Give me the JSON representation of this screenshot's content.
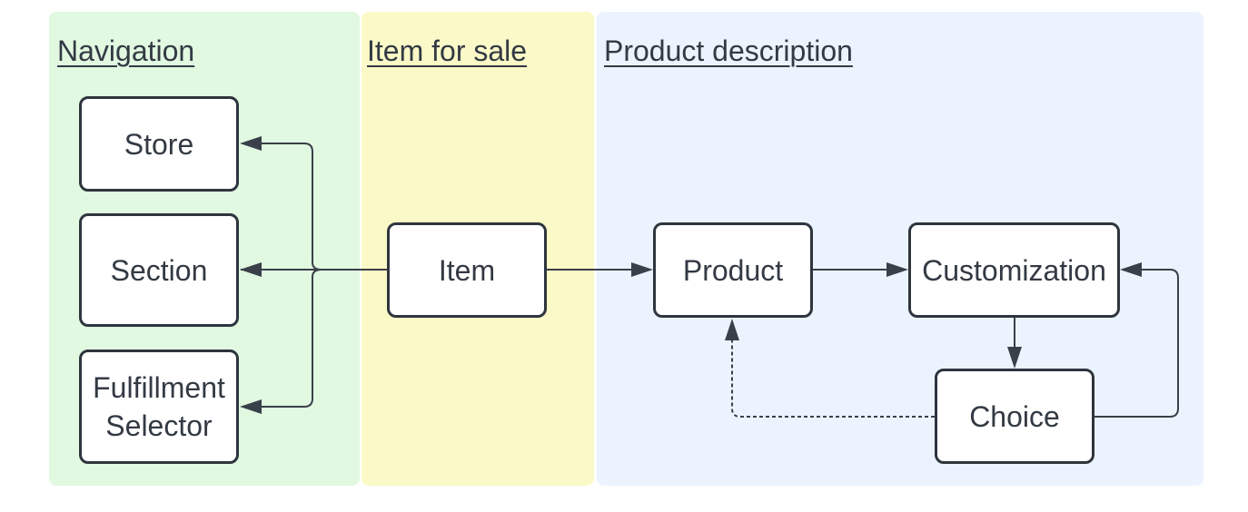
{
  "lanes": {
    "navigation": {
      "title": "Navigation",
      "color": "#e1f8e1"
    },
    "item_for_sale": {
      "title": "Item for sale",
      "color": "#fbf9c7"
    },
    "product_description": {
      "title": "Product description",
      "color": "#ebf3ff"
    }
  },
  "nodes": {
    "store": "Store",
    "section": "Section",
    "fulfillment_line1": "Fulfillment",
    "fulfillment_line2": "Selector",
    "item": "Item",
    "product": "Product",
    "customization": "Customization",
    "choice": "Choice"
  },
  "edges": [
    {
      "from": "Item",
      "to": "Store",
      "style": "solid"
    },
    {
      "from": "Item",
      "to": "Section",
      "style": "solid"
    },
    {
      "from": "Item",
      "to": "Fulfillment Selector",
      "style": "solid"
    },
    {
      "from": "Item",
      "to": "Product",
      "style": "solid"
    },
    {
      "from": "Product",
      "to": "Customization",
      "style": "solid"
    },
    {
      "from": "Customization",
      "to": "Choice",
      "style": "solid"
    },
    {
      "from": "Choice",
      "to": "Customization",
      "style": "solid"
    },
    {
      "from": "Choice",
      "to": "Product",
      "style": "dashed"
    }
  ],
  "colors": {
    "line": "#3a4049",
    "node_border": "#2f353e",
    "text": "#333a44"
  }
}
